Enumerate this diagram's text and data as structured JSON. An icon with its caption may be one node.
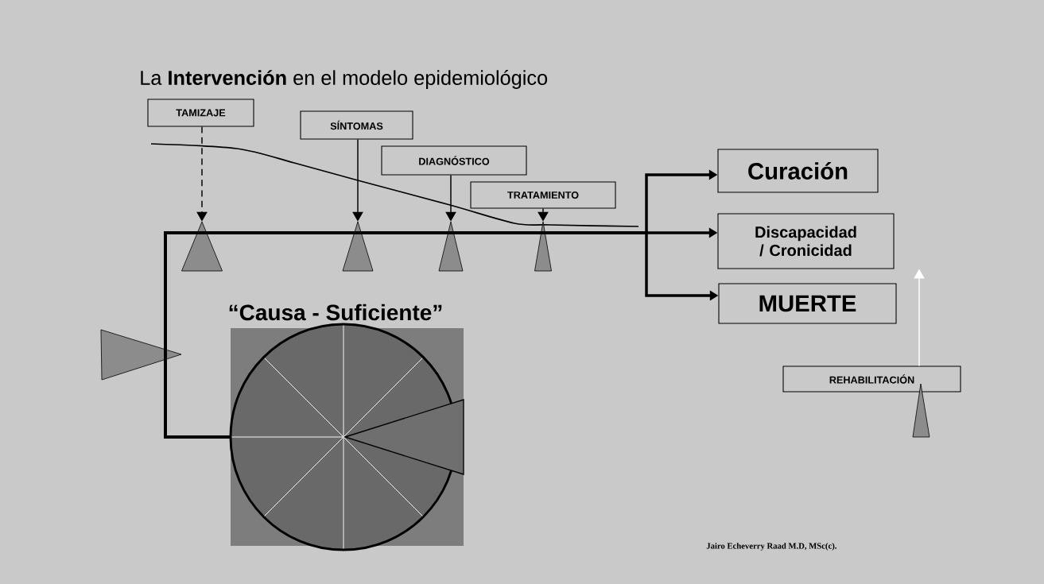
{
  "diagram": {
    "title": "La **Intervención** en el modelo epidemiológico",
    "nodes": [
      {
        "text": [
          "TAMIZAJE"
        ]
      },
      {
        "text": [
          "SÍNTOMAS"
        ]
      },
      {
        "text": [
          "DIAGNÓSTICO"
        ]
      },
      {
        "text": [
          "TRATAMIENTO"
        ]
      },
      {
        "text": [
          "Curación"
        ]
      },
      {
        "text": [
          "Discapacidad / Cronicidad"
        ]
      },
      {
        "text": [
          "MUERTE"
        ]
      },
      {
        "text": [
          "REHABILITACIÓN"
        ]
      },
      {
        "text": [
          "“Causa - Suficiente”"
        ]
      },
      {
        "text": [],
        "shape": "triangle"
      },
      {
        "text": [],
        "shape": "triangle"
      },
      {
        "text": [],
        "shape": "triangle"
      },
      {
        "text": [],
        "shape": "triangle"
      },
      {
        "text": [],
        "shape": "triangle"
      },
      {
        "text": [],
        "shape": "triangle"
      }
    ],
    "edges": [
      {
        "from": 0,
        "to": 9,
        "arrow": "to",
        "style": "dashed"
      },
      {
        "from": 1,
        "to": 10,
        "arrow": "to"
      },
      {
        "from": 2,
        "to": 11,
        "arrow": "to"
      },
      {
        "from": 3,
        "to": 12,
        "arrow": "to"
      },
      {
        "from": 8,
        "to": 4,
        "arrow": "to",
        "style": "thick"
      },
      {
        "from": 8,
        "to": 5,
        "arrow": "to",
        "style": "thick"
      },
      {
        "from": 8,
        "to": 6,
        "arrow": "to",
        "style": "thick"
      },
      {
        "from": 7,
        "to": 5,
        "arrow": "to",
        "color": "#ffffff"
      }
    ],
    "labels": [
      "Jairo Echeverry Raad M.D, MSc(c)."
    ]
  }
}
